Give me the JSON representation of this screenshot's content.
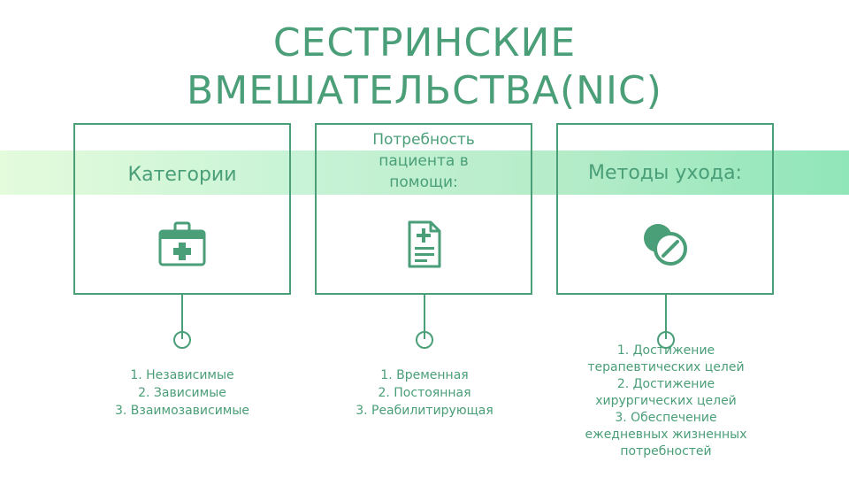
{
  "title": {
    "line1": "СЕСТРИНСКИЕ",
    "line2": "ВМЕШАТЕЛЬСТВА(NIC)"
  },
  "cards": [
    {
      "label": "Категории",
      "icon": "first-aid-kit-icon",
      "items": [
        "1. Независимые",
        "2.  Зависимые",
        "3. Взаимозависимые"
      ]
    },
    {
      "label_lines": [
        "Потребность",
        "пациента в",
        "помощи:"
      ],
      "icon": "medical-document-icon",
      "items": [
        "1. Временная",
        "2. Постоянная",
        "3. Реабилитирующая"
      ]
    },
    {
      "label": "Методы ухода:",
      "icon": "pills-icon",
      "items": [
        "1.  Достижение",
        "терапевтических целей",
        "2. Достижение",
        "хирургических целей",
        "3. Обеспечение",
        "ежедневных жизненных",
        "потребностей"
      ]
    }
  ],
  "colors": {
    "accent": "#4a9e78",
    "band_start": "#e4fbdc",
    "band_end": "#90e6b9"
  }
}
